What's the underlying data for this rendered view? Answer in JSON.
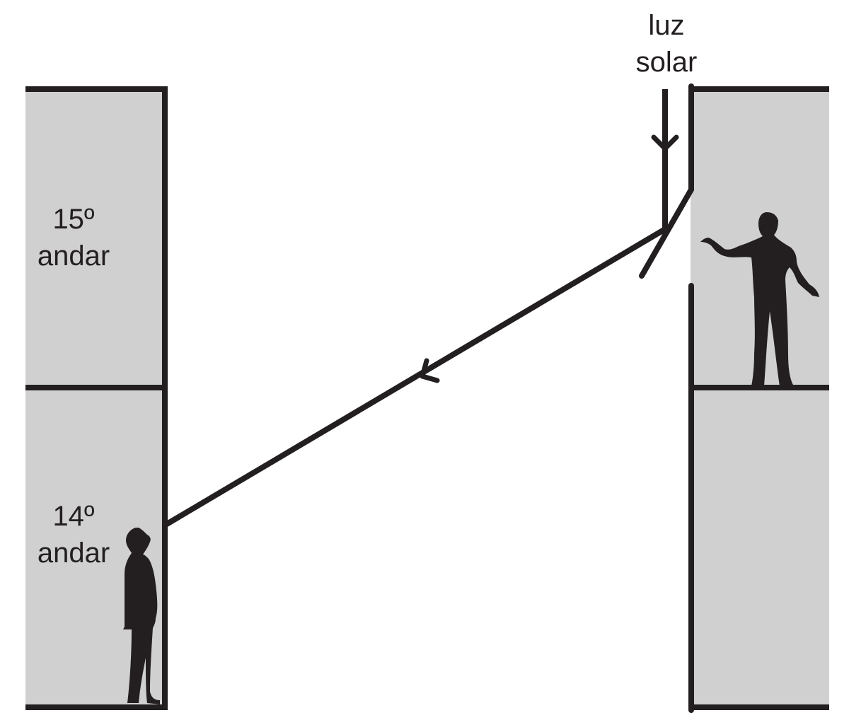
{
  "labels": {
    "sunlight_line1": "luz",
    "sunlight_line2": "solar",
    "floor15_line1": "15º",
    "floor15_line2": "andar",
    "floor14_line1": "14º",
    "floor14_line2": "andar"
  },
  "colors": {
    "building_fill": "#d0d0d0",
    "ink": "#231f20",
    "background": "#ffffff"
  },
  "icons": {
    "left_person": "person-looking-up-icon",
    "right_person": "person-holding-mirror-icon"
  }
}
